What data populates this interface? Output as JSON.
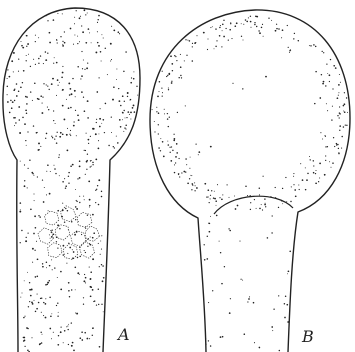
{
  "figure": {
    "panels": [
      {
        "label": "A",
        "description_icon": "stippled-cell-structure"
      },
      {
        "label": "B",
        "description_icon": "smooth-bulb-cell-structure"
      }
    ],
    "colors": {
      "ink": "#222222",
      "background": "#ffffff"
    }
  }
}
